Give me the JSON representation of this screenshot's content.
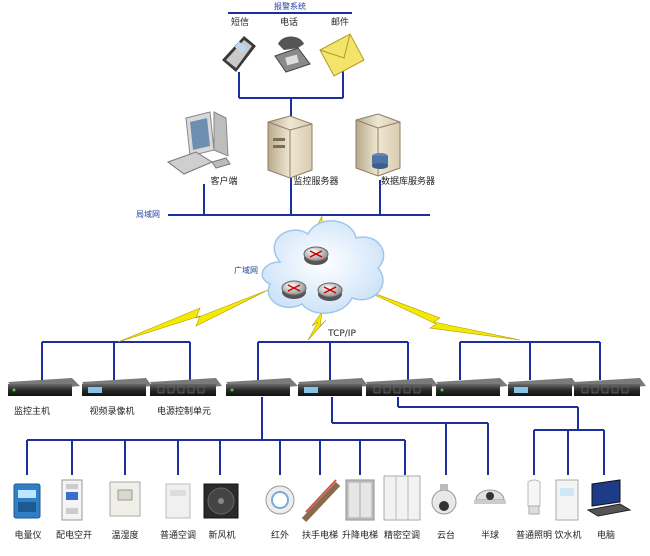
{
  "alarm": {
    "title": "报警系统",
    "items": [
      {
        "label": "短信",
        "icon": "mobile-phone-icon"
      },
      {
        "label": "电话",
        "icon": "desk-telephone-icon"
      },
      {
        "label": "邮件",
        "icon": "email-envelope-icon"
      }
    ]
  },
  "servers": [
    {
      "label": "客户端",
      "icon": "client-computer-icon"
    },
    {
      "label": "监控服务器",
      "icon": "monitoring-server-icon"
    },
    {
      "label": "数据库服务器",
      "icon": "database-server-icon"
    }
  ],
  "lan_label": "局域网",
  "wan_label": "广域网",
  "tcp_label": "TCP/IP",
  "left_units": [
    "监控主机",
    "视频录像机",
    "电源控制单元"
  ],
  "devices": [
    {
      "label": "电量仪",
      "icon": "power-meter-icon"
    },
    {
      "label": "配电空开",
      "icon": "circuit-breaker-icon"
    },
    {
      "label": "温湿度",
      "icon": "temperature-humidity-sensor-icon"
    },
    {
      "label": "普通空调",
      "icon": "air-conditioner-icon"
    },
    {
      "label": "新风机",
      "icon": "fresh-air-fan-icon"
    },
    {
      "label": "红外",
      "icon": "infrared-sensor-icon"
    },
    {
      "label": "扶手电梯",
      "icon": "escalator-icon"
    },
    {
      "label": "升降电梯",
      "icon": "elevator-icon"
    },
    {
      "label": "精密空调",
      "icon": "precision-air-conditioner-icon"
    },
    {
      "label": "云台",
      "icon": "ptz-camera-icon"
    },
    {
      "label": "半球",
      "icon": "dome-camera-icon"
    },
    {
      "label": "普通照明",
      "icon": "lighting-bulb-icon"
    },
    {
      "label": "饮水机",
      "icon": "water-dispenser-icon"
    },
    {
      "label": "电脑",
      "icon": "laptop-icon"
    }
  ],
  "colors": {
    "line": "#1c2fa0",
    "bolt": "#f2e600",
    "cloud": "#d6e9fb"
  }
}
